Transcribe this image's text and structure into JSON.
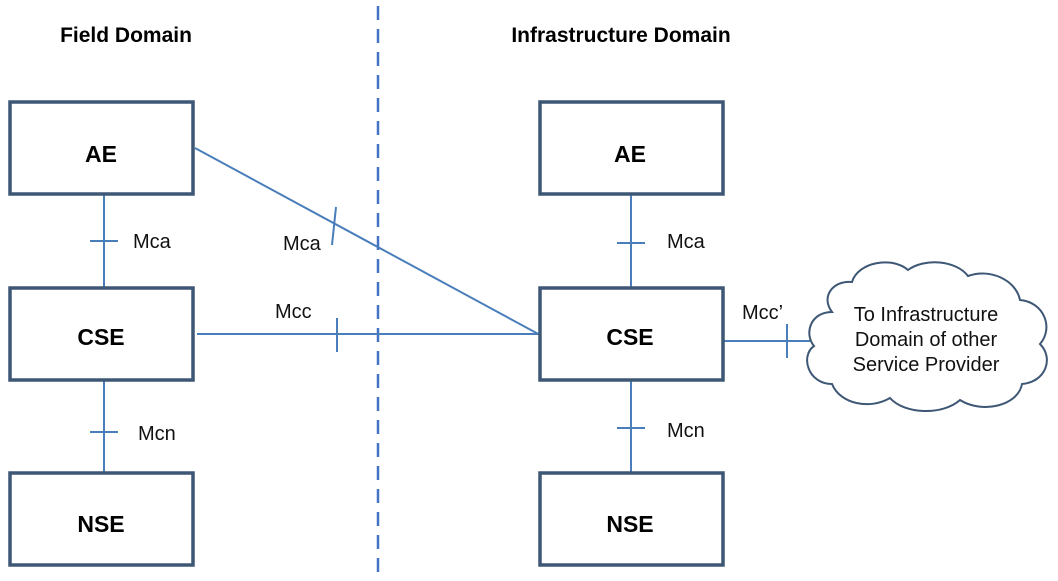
{
  "headings": {
    "field": "Field Domain",
    "infrastructure": "Infrastructure Domain"
  },
  "field": {
    "ae": "AE",
    "cse": "CSE",
    "nse": "NSE",
    "mca": "Mca",
    "mcn": "Mcn"
  },
  "infrastructure": {
    "ae": "AE",
    "cse": "CSE",
    "nse": "NSE",
    "mca": "Mca",
    "mcn": "Mcn"
  },
  "cross": {
    "mca": "Mca",
    "mcc": "Mcc",
    "mcc_prime": "Mcc’"
  },
  "cloud": {
    "lines": [
      "To Infrastructure",
      "Domain of other",
      "Service Provider"
    ]
  },
  "colors": {
    "box_border": "#3d5775",
    "connector": "#4a7ebb",
    "divider": "#4472c4"
  }
}
